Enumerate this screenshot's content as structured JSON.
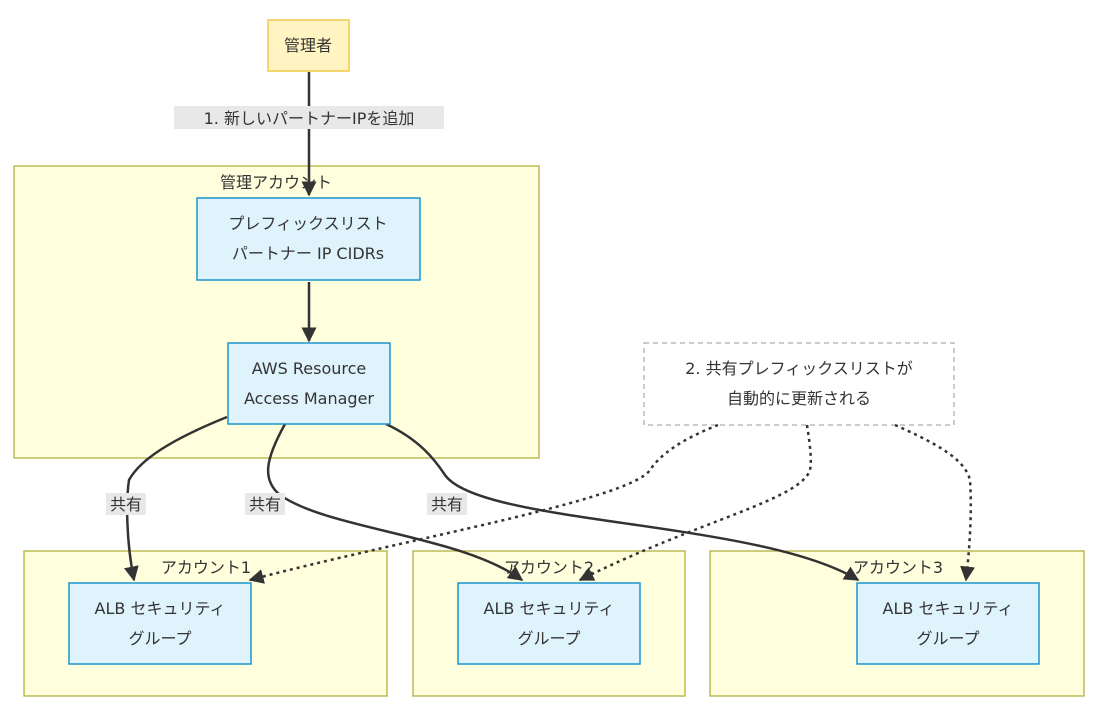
{
  "nodes": {
    "admin": "管理者",
    "prefix_list": [
      "プレフィックスリスト",
      "パートナー IP CIDRs"
    ],
    "ram": [
      "AWS Resource",
      "Access Manager"
    ],
    "alb1": [
      "ALB セキュリティ",
      "グループ"
    ],
    "alb2": [
      "ALB セキュリティ",
      "グループ"
    ],
    "alb3": [
      "ALB セキュリティ",
      "グループ"
    ]
  },
  "clusters": {
    "admin_account": "管理アカウント",
    "account1": "アカウント1",
    "account2": "アカウント2",
    "account3": "アカウント3"
  },
  "edge_labels": {
    "add_ip": "1. 新しいパートナーIPを追加",
    "share1": "共有",
    "share2": "共有",
    "share3": "共有"
  },
  "note": [
    "2. 共有プレフィックスリストが",
    "自動的に更新される"
  ]
}
